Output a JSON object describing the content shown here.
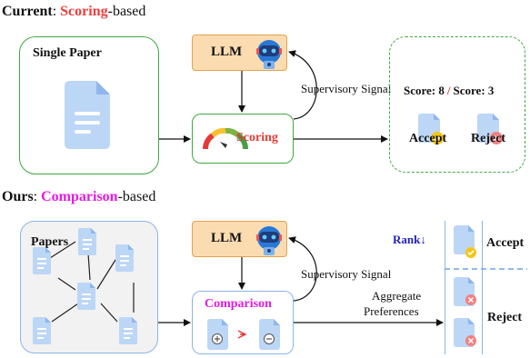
{
  "current": {
    "heading_prefix": "Current",
    "heading_colon": ": ",
    "heading_highlight": "Scoring",
    "heading_suffix": "-based",
    "highlight_color": "#f03c3c",
    "input_box_label": "Single Paper",
    "llm_label": "LLM",
    "supervisory_signal": "Supervisory Signal",
    "scoring_label": "Scoring",
    "score_left": "Score: 8",
    "score_separator": "/",
    "score_right": "Score: 3",
    "accept": "Accept",
    "reject": "Reject"
  },
  "ours": {
    "heading_prefix": "Ours",
    "heading_colon": ": ",
    "heading_highlight": "Comparison",
    "heading_suffix": "-based",
    "highlight_color": "#e41be4",
    "input_box_label": "Papers",
    "llm_label": "LLM",
    "supervisory_signal": "Supervisory Signal",
    "comparison_label": "Comparison",
    "aggregate_line1": "Aggregate",
    "aggregate_line2": "Preferences",
    "rank_label": "Rank↓",
    "accept": "Accept",
    "reject": "Reject"
  },
  "colors": {
    "green_border": "#3fa83f",
    "llm_fill": "#fbdcb0",
    "llm_border": "#e3a24f",
    "doc_fill": "#bcd6f6",
    "doc_dark": "#8fb6ec",
    "blue_border": "#8bb5e6",
    "accept_badge": "#f5c518",
    "reject_badge": "#f08080",
    "rank_color": "#2222bb"
  },
  "icons": {
    "robot": "robot-icon",
    "gauge": "gauge-icon",
    "document": "document-icon"
  }
}
